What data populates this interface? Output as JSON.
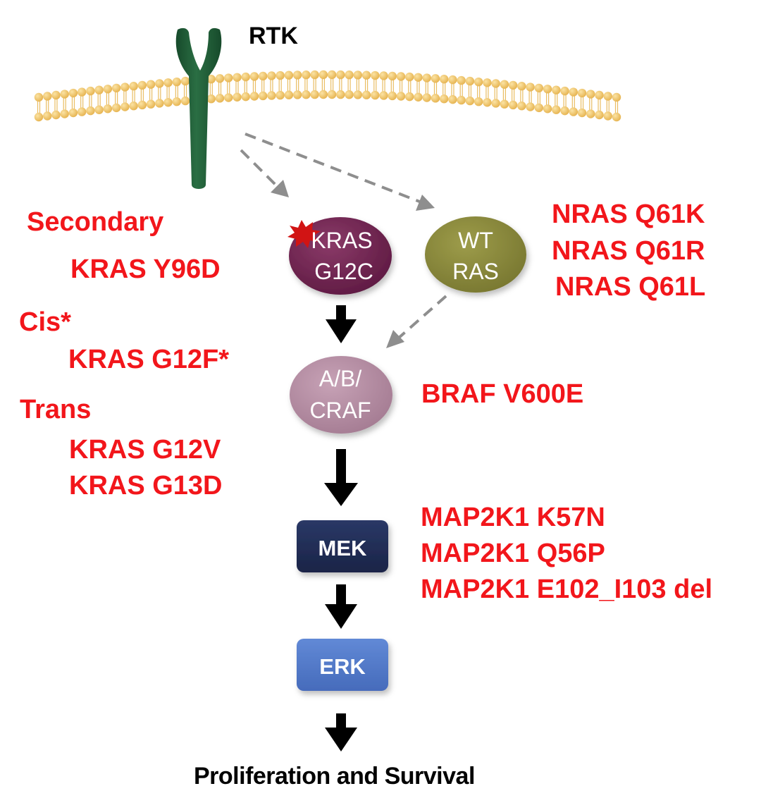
{
  "receptor": {
    "label": "RTK"
  },
  "nodes": {
    "kras": {
      "line1": "KRAS",
      "line2": "G12C"
    },
    "wt_ras": {
      "line1": "WT",
      "line2": "RAS"
    },
    "raf": {
      "line1": "A/B/",
      "line2": "CRAF"
    },
    "mek": {
      "label": "MEK"
    },
    "erk": {
      "label": "ERK"
    }
  },
  "outcome": {
    "label": "Proliferation and Survival"
  },
  "resistance_left": {
    "secondary": {
      "heading": "Secondary",
      "mutations": [
        "KRAS Y96D"
      ]
    },
    "cis": {
      "heading": "Cis*",
      "mutations": [
        "KRAS G12F*"
      ]
    },
    "trans": {
      "heading": "Trans",
      "mutations": [
        "KRAS G12V",
        "KRAS G13D"
      ]
    }
  },
  "resistance_right": {
    "nras": [
      "NRAS Q61K",
      "NRAS Q61R",
      "NRAS Q61L"
    ],
    "braf": [
      "BRAF V600E"
    ],
    "map2k1": [
      "MAP2K1 K57N",
      "MAP2K1 Q56P",
      "MAP2K1 E102_I103 del"
    ]
  },
  "colors": {
    "mutation_text": "#f2161b",
    "kras_node": "#6e1f4d",
    "wt_ras_node": "#8b8a3c",
    "raf_node": "#b48aa0",
    "mek_node": "#1f2b52",
    "erk_node": "#5077c8",
    "receptor": "#1f5a35",
    "membrane": "#f2c96a",
    "mutation_star": "#d11414"
  }
}
